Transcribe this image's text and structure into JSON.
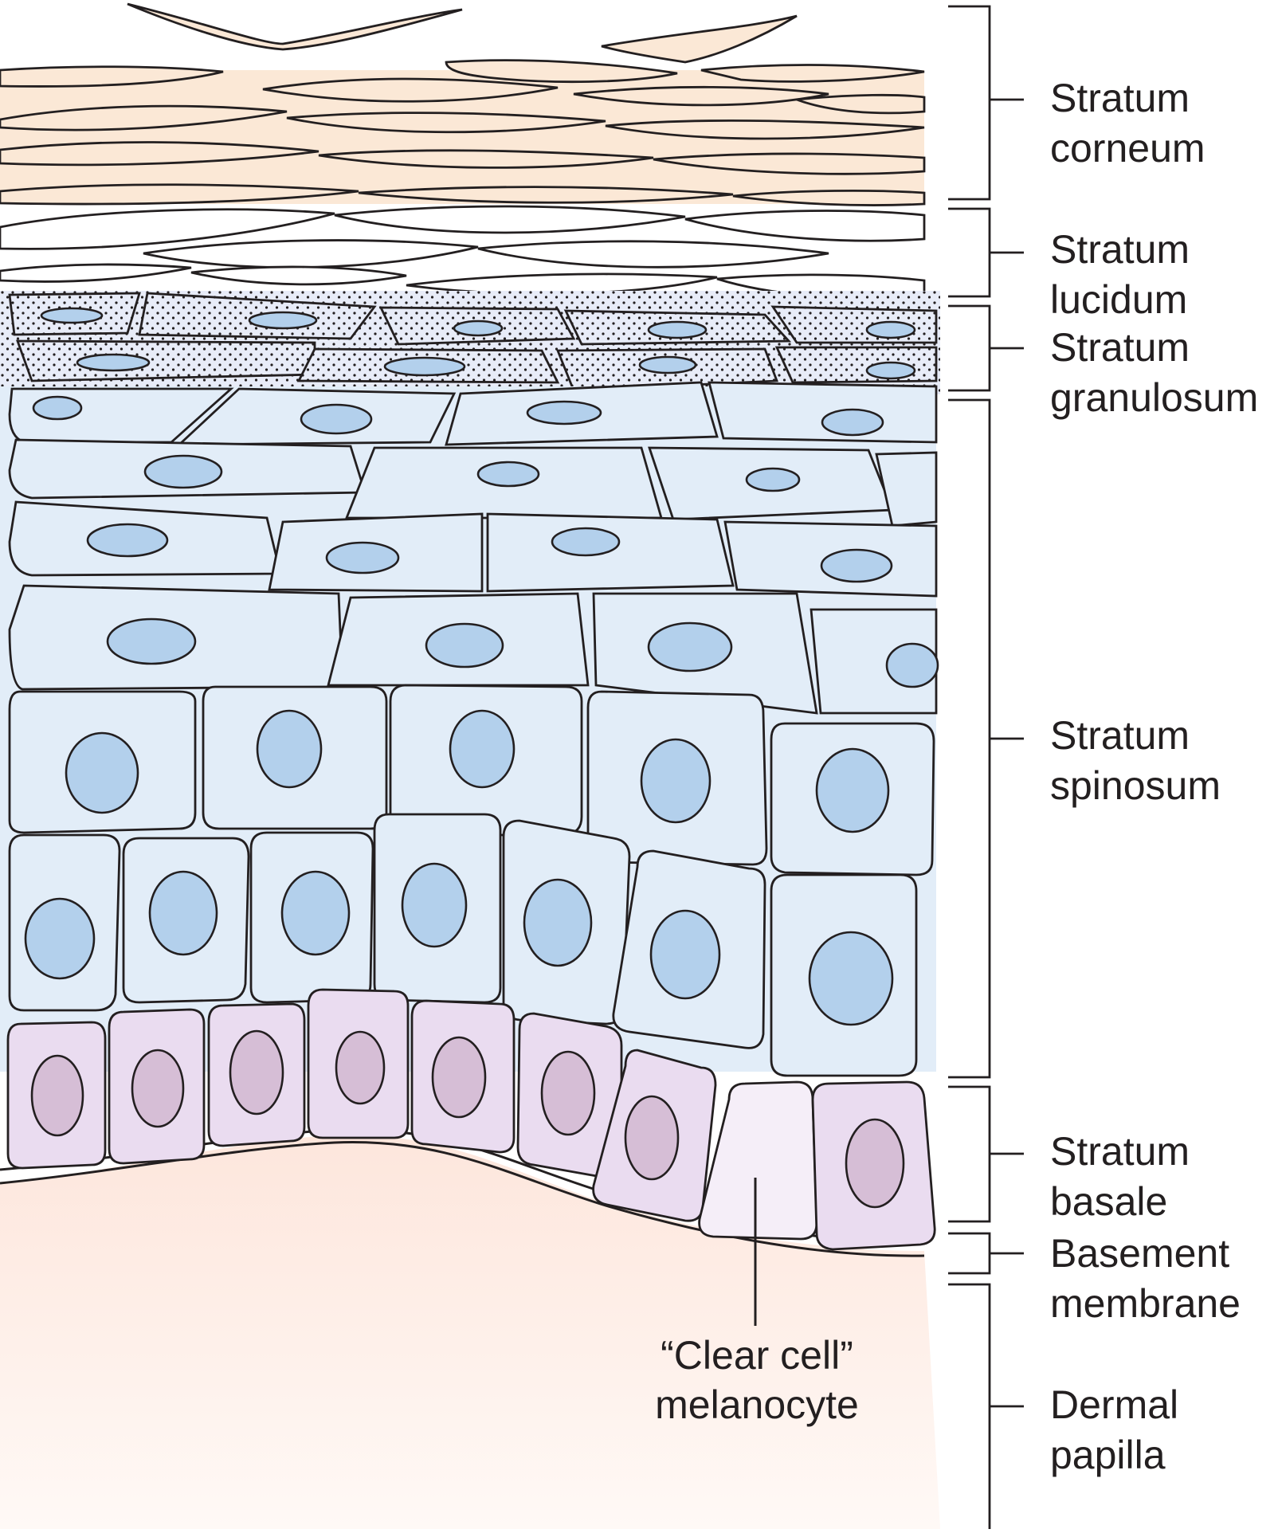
{
  "layers": [
    {
      "id": "corneum",
      "line1": "Stratum",
      "line2": "corneum"
    },
    {
      "id": "lucidum",
      "line1": "Stratum",
      "line2": "lucidum"
    },
    {
      "id": "granulosum",
      "line1": "Stratum",
      "line2": "granulosum"
    },
    {
      "id": "spinosum",
      "line1": "Stratum",
      "line2": "spinosum"
    },
    {
      "id": "basale",
      "line1": "Stratum",
      "line2": "basale"
    },
    {
      "id": "basement",
      "line1": "Basement",
      "line2": "membrane"
    },
    {
      "id": "dermal",
      "line1": "Dermal",
      "line2": "papilla"
    }
  ],
  "callout": {
    "line1": "“Clear cell”",
    "line2": "melanocyte"
  },
  "colors": {
    "outline": "#231f20",
    "corneum": "#fbe8d6",
    "lucidum": "#ffffff",
    "granulosum": "#e8ecf8",
    "spinosum_cell": "#e2edf8",
    "spinosum_nucleus": "#b3d0ec",
    "basale_cell": "#eadcf0",
    "basale_nucleus": "#d6bed6",
    "melanocyte": "#f5eef8",
    "dermis_top": "#fde9e0",
    "dermis_bottom": "#fff8f4"
  }
}
